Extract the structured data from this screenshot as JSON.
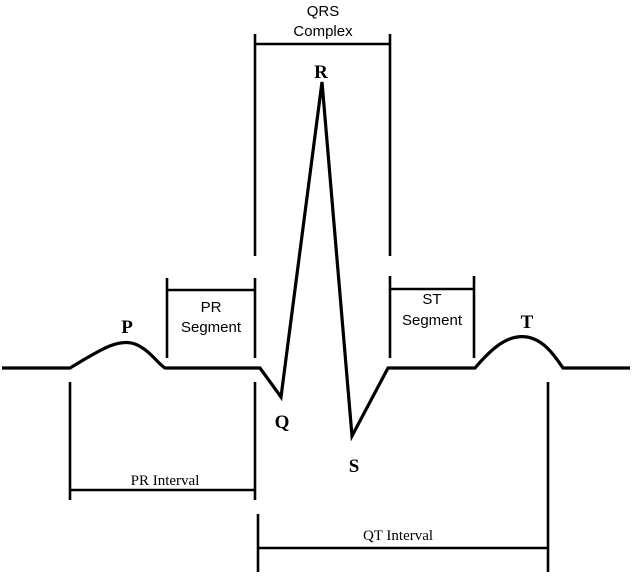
{
  "waves": {
    "p": "P",
    "q": "Q",
    "r": "R",
    "s": "S",
    "t": "T"
  },
  "segments": {
    "pr_line1": "PR",
    "pr_line2": "Segment",
    "st_line1": "ST",
    "st_line2": "Segment"
  },
  "complex": {
    "qrs_line1": "QRS",
    "qrs_line2": "Complex"
  },
  "intervals": {
    "pr": "PR Interval",
    "qt": "QT Interval"
  }
}
